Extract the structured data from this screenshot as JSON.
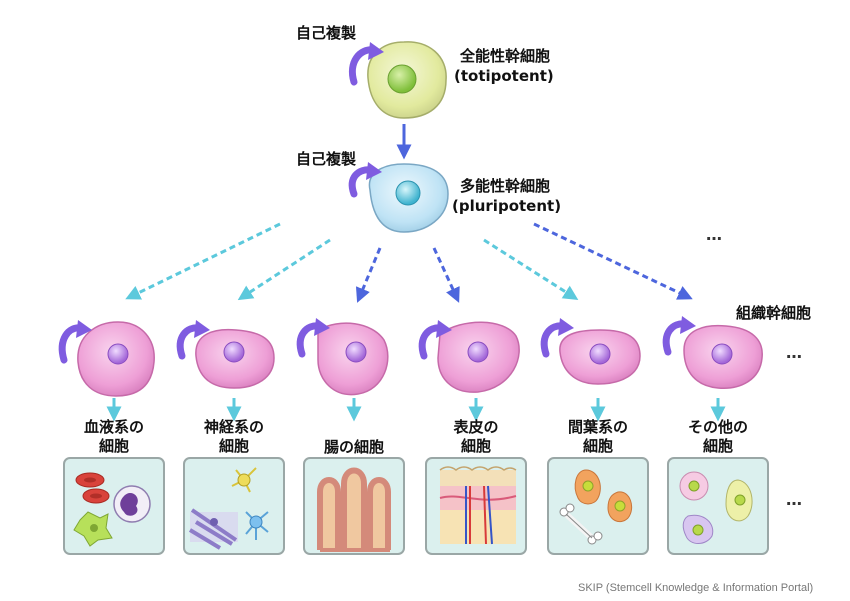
{
  "top": {
    "self_renewal": "自己複製",
    "title": "全能性幹細胞",
    "subtitle": "(totipotent)"
  },
  "middle": {
    "self_renewal": "自己複製",
    "title": "多能性幹細胞",
    "subtitle": "(pluripotent)"
  },
  "tissue_stem_label": "組織幹細胞",
  "ellipsis": "…",
  "groups": [
    {
      "line1": "血液系の",
      "line2": "細胞"
    },
    {
      "line1": "神経系の",
      "line2": "細胞"
    },
    {
      "line1": "腸の細胞",
      "line2": ""
    },
    {
      "line1": "表皮の",
      "line2": "細胞"
    },
    {
      "line1": "間葉系の",
      "line2": "細胞"
    },
    {
      "line1": "その他の",
      "line2": "細胞"
    }
  ],
  "colors": {
    "totipotent_fill": "#e6edb0",
    "pluripotent_fill": "#c4e6f6",
    "tissue_stem_fill": "#ee9fd6",
    "renewal_arrow": "#7f5ce0",
    "cyan_arrow": "#5cc9dc",
    "blue_arrow": "#4d66dd",
    "panel_fill": "#dbf0ee"
  },
  "footer": "SKIP (Stemcell Knowledge & Information Portal)"
}
